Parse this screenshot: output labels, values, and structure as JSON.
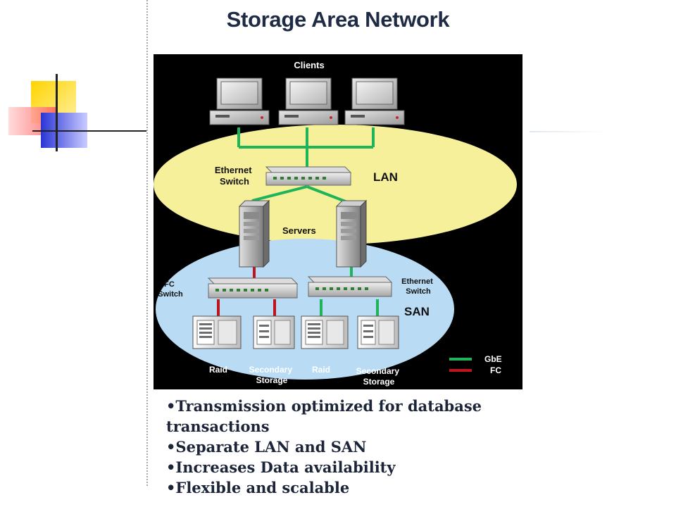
{
  "title": "Storage Area Network",
  "diagram": {
    "clients_label": "Clients",
    "ethernet_switch_lan_label": [
      "Ethernet",
      "Switch"
    ],
    "lan_label": "LAN",
    "servers_label": "Servers",
    "fc_switch_label": [
      "FC",
      "Switch"
    ],
    "ethernet_switch_san_label": [
      "Ethernet",
      "Switch"
    ],
    "san_label": "SAN",
    "storage_labels": [
      [
        "Raid"
      ],
      [
        "Secondary",
        "Storage"
      ],
      [
        "Raid"
      ],
      [
        "Secondary",
        "Storage"
      ]
    ],
    "legend": [
      {
        "label": "GbE",
        "color": "#1fb35a"
      },
      {
        "label": "FC",
        "color": "#c0141c"
      }
    ],
    "colors": {
      "lan_zone": "#f6f09a",
      "san_zone": "#b9dcf4",
      "background": "#000000"
    }
  },
  "bullets": [
    "•Transmission optimized for database transactions",
    "•Separate LAN and SAN",
    "•Increases Data availability",
    "•Flexible and scalable"
  ]
}
